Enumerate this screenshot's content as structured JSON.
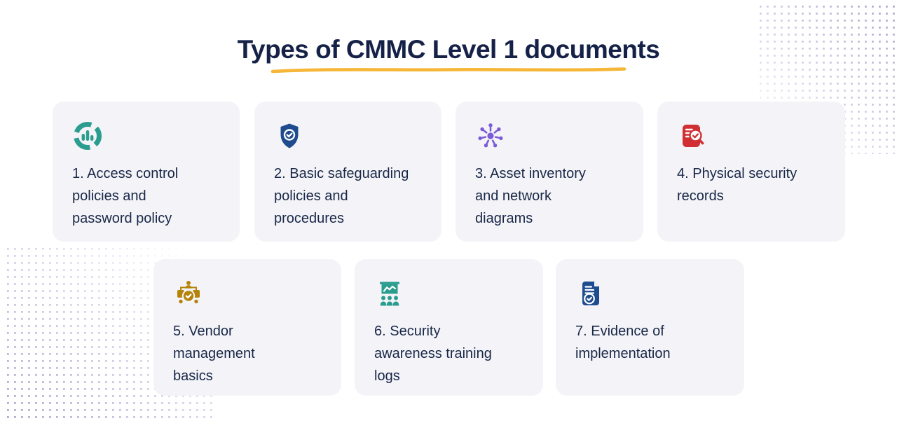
{
  "title": "Types of CMMC Level 1 documents",
  "theme": {
    "title_color": "#152147",
    "underline_color": "#F6B637",
    "page_background": "#FFFFFF",
    "card_background": "#F4F4F8",
    "card_text_color": "#182747",
    "dot_pattern_color": "#A9A2CE"
  },
  "cards": [
    {
      "label": "1. Access control policies and password policy",
      "icon": "donut-chart-bars-icon",
      "icon_color": "#2A9D8F"
    },
    {
      "label": "2. Basic safeguarding policies and procedures",
      "icon": "shield-check-icon",
      "icon_color": "#1F4C8F"
    },
    {
      "label": "3. Asset inventory and network diagrams",
      "icon": "network-hub-icon",
      "icon_color": "#7B5BD6"
    },
    {
      "label": "4. Physical security records",
      "icon": "document-magnifier-check-icon",
      "icon_color": "#D02F33"
    },
    {
      "label": "5. Vendor management basics",
      "icon": "vendor-org-check-icon",
      "icon_color": "#B5830A"
    },
    {
      "label": "6. Security awareness training logs",
      "icon": "training-presentation-audience-icon",
      "icon_color": "#2A9D8F"
    },
    {
      "label": "7. Evidence of implementation",
      "icon": "document-checkmark-icon",
      "icon_color": "#1F4C8F"
    }
  ]
}
